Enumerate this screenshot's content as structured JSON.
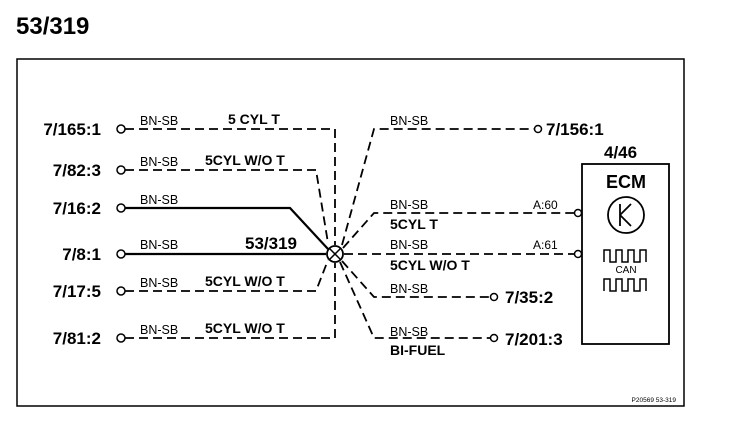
{
  "page": {
    "title": "53/319",
    "footer": "P20569 53-319"
  },
  "splice": {
    "label": "53/319"
  },
  "left_wires": [
    {
      "terminal": "7/165:1",
      "color": "BN-SB",
      "note": "5 CYL T"
    },
    {
      "terminal": "7/82:3",
      "color": "BN-SB",
      "note": "5CYL W/O T"
    },
    {
      "terminal": "7/16:2",
      "color": "BN-SB",
      "note": ""
    },
    {
      "terminal": "7/8:1",
      "color": "BN-SB",
      "note": ""
    },
    {
      "terminal": "7/17:5",
      "color": "BN-SB",
      "note": "5CYL W/O T"
    },
    {
      "terminal": "7/81:2",
      "color": "BN-SB",
      "note": "5CYL W/O T"
    }
  ],
  "right_wires": [
    {
      "terminal": "7/156:1",
      "color": "BN-SB",
      "note": ""
    },
    {
      "terminal": "",
      "pin": "A:60",
      "color": "BN-SB",
      "note": "5CYL T"
    },
    {
      "terminal": "",
      "pin": "A:61",
      "color": "BN-SB",
      "note": "5CYL W/O T"
    },
    {
      "terminal": "7/35:2",
      "color": "BN-SB",
      "note": ""
    },
    {
      "terminal": "7/201:3",
      "color": "BN-SB",
      "note": "BI-FUEL"
    }
  ],
  "ecm": {
    "ref": "4/46",
    "name": "ECM",
    "can_label": "CAN",
    "icon": "transistor-symbol-icon"
  }
}
